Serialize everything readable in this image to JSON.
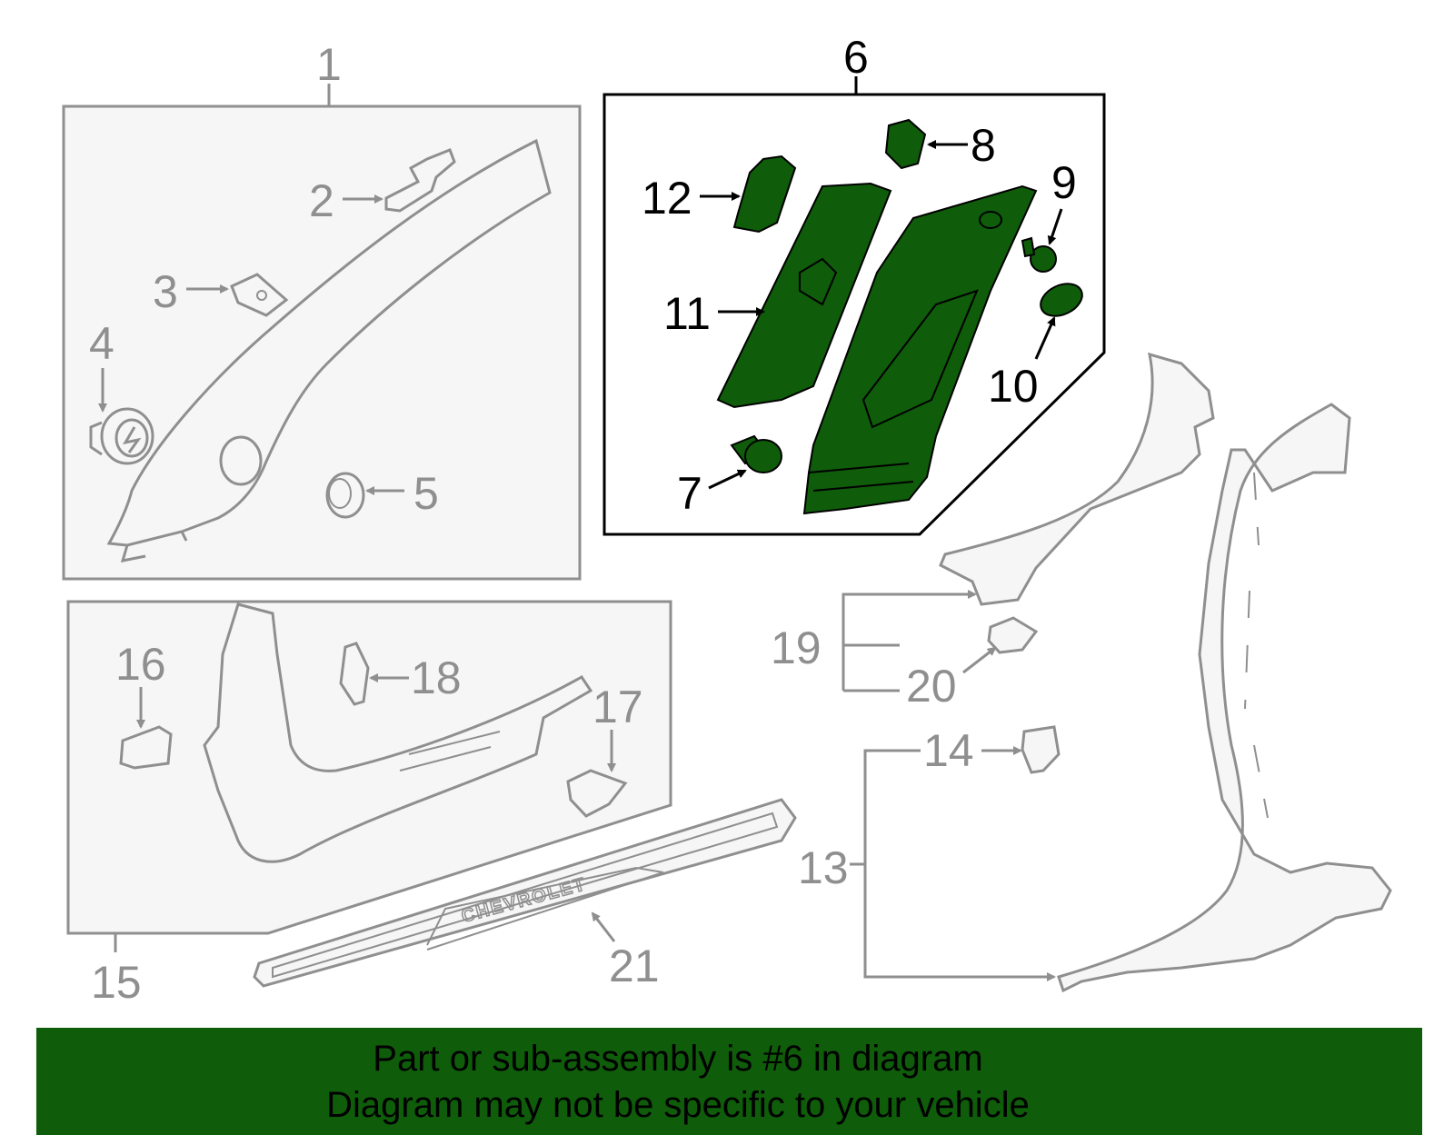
{
  "colors": {
    "highlight": "#0f5c0a",
    "banner": "#0f5c0a",
    "box_fill": "#f6f6f6",
    "line_gray": "#8f8f8f"
  },
  "callouts": {
    "c1": "1",
    "c2": "2",
    "c3": "3",
    "c4": "4",
    "c5": "5",
    "c6": "6",
    "c7": "7",
    "c8": "8",
    "c9": "9",
    "c10": "10",
    "c11": "11",
    "c12": "12",
    "c13": "13",
    "c14": "14",
    "c15": "15",
    "c16": "16",
    "c17": "17",
    "c18": "18",
    "c19": "19",
    "c20": "20",
    "c21": "21"
  },
  "sill_plate_logo": "CHEVROLET",
  "banner": {
    "line1": "Part or sub-assembly is #6 in diagram",
    "line2": "Diagram may not be specific to your vehicle"
  }
}
